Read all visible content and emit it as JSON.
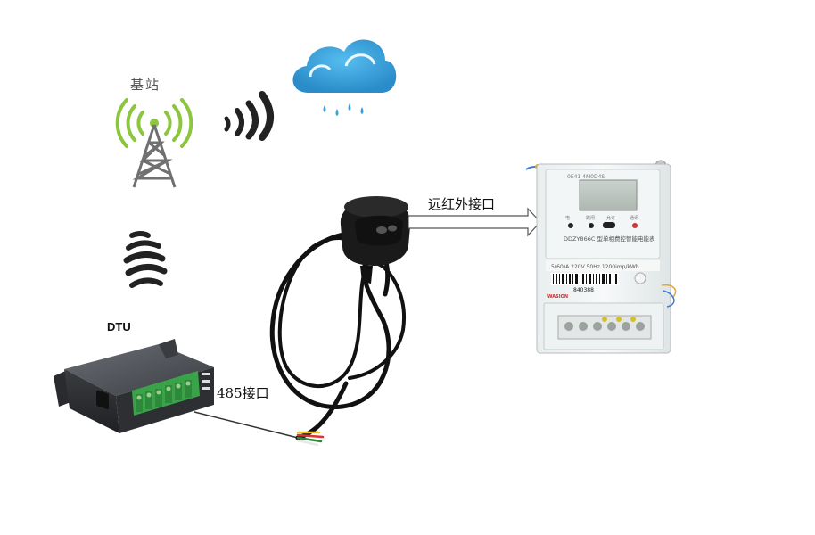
{
  "labels": {
    "base_station": "基站",
    "dtu": "DTU",
    "rs485": "485接口",
    "infrared": "远红外接口"
  },
  "meter": {
    "model": "DDZY866C 型单相费控智能电能表",
    "button_labels": [
      "电",
      "跳闸",
      "允许",
      "通讯"
    ],
    "spec_line": "5(60)A  220V  50Hz  1200imp/kWh",
    "barcode_number": "840388",
    "brand_text": "WASION",
    "serial": "0E41 4M0D4S"
  },
  "colors": {
    "wifi_green": "#8cc63f",
    "cloud_blue": "#3aa0d8",
    "cable": "#111111",
    "terminal_green": "#3aa34a"
  },
  "icons": {
    "tower": "cell-tower-icon",
    "cloud": "cloud-rain-icon",
    "signal": "signal-waves-icon",
    "arrow": "arrow-right-icon"
  }
}
